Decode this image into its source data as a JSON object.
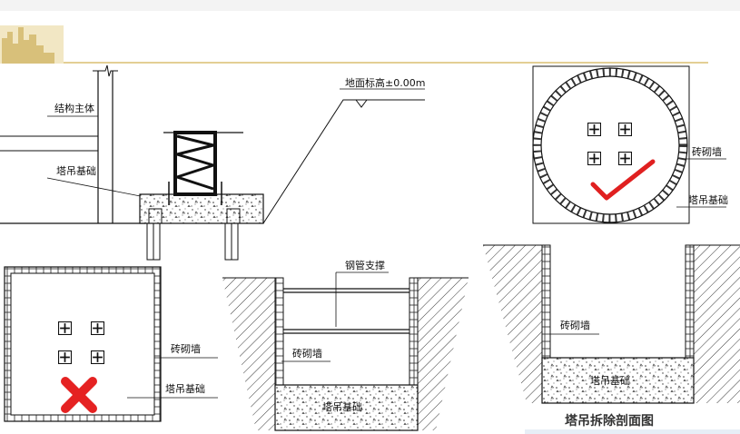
{
  "labels": {
    "structure_main": "结构主体",
    "crane_foundation_left": "塔吊基础",
    "ground_level": "地面标高±0.00m",
    "brick_wall_round": "砖砌墙",
    "crane_foundation_round": "塔吊基础",
    "brick_wall_square": "砖砌墙",
    "crane_foundation_square": "塔吊基础",
    "steel_pipe_support": "钢管支撑",
    "brick_wall_mid": "砖砌墙",
    "crane_foundation_mid": "塔吊基础",
    "brick_wall_right": "砖砌墙",
    "crane_foundation_right": "塔吊基础",
    "caption": "塔吊拆除剖面图"
  },
  "marks": {
    "correct": "check-mark",
    "incorrect": "cross-mark"
  },
  "colors": {
    "line": "#111111",
    "check": "#e02020",
    "cross": "#e52222",
    "header_gold": "#d8c07a",
    "caption": "#333333"
  }
}
